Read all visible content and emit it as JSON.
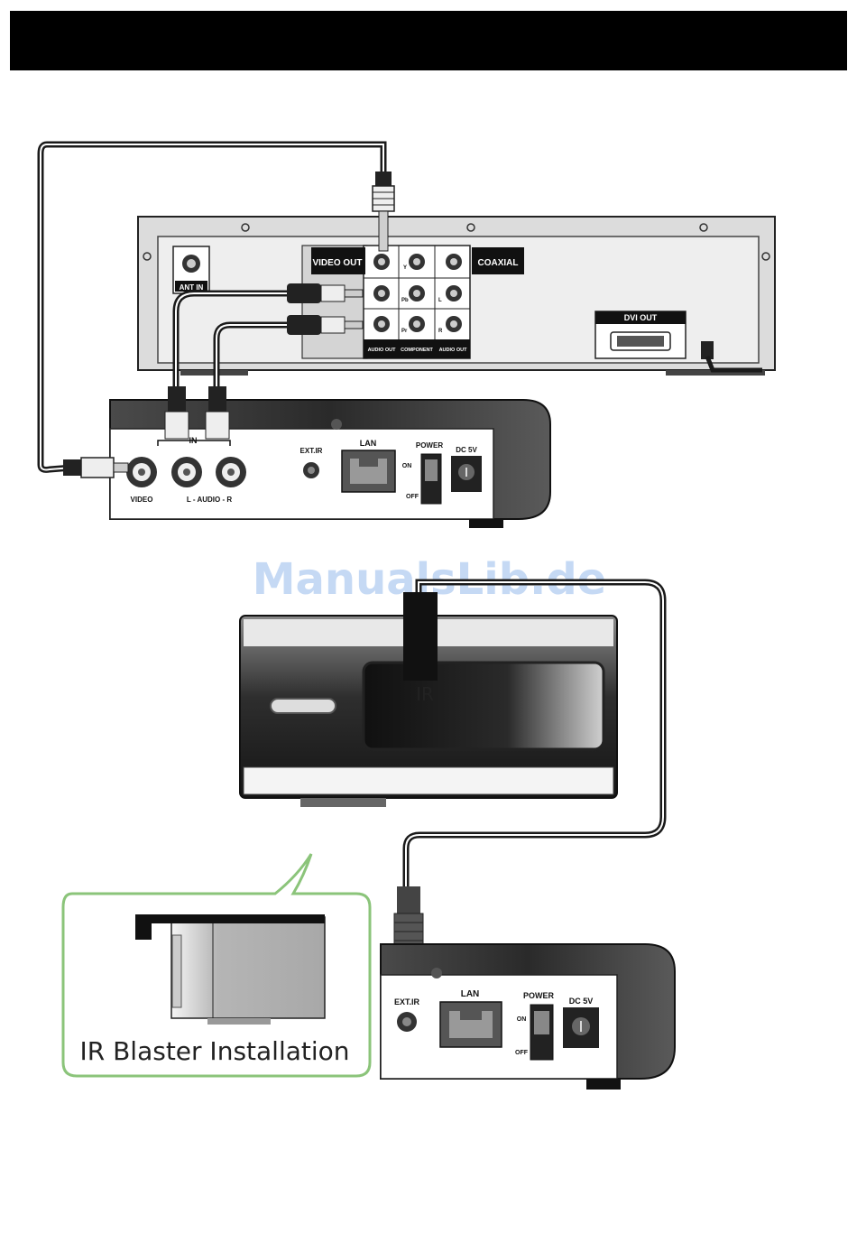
{
  "dvr": {
    "ant_in": "ANT IN",
    "video_out": "VIDEO OUT",
    "coaxial": "COAXIAL",
    "y": "Y",
    "pb": "Pb",
    "pr": "Pr",
    "l": "L",
    "r": "R",
    "audio_out_left": "AUDIO OUT",
    "component": "COMPONENT",
    "audio_out_right": "AUDIO OUT",
    "dvi_out": "DVI OUT"
  },
  "box_top": {
    "in": "IN",
    "video": "VIDEO",
    "audio": "L - AUDIO - R",
    "ext_ir": "EXT.IR",
    "lan": "LAN",
    "power": "POWER",
    "on": "ON",
    "off": "OFF",
    "dc": "DC 5V"
  },
  "front": {
    "ir_label": "IR"
  },
  "watermark": "ManualsLib.de",
  "callout": {
    "title": "IR Blaster Installation"
  },
  "box_bottom": {
    "ext_ir": "EXT.IR",
    "lan": "LAN",
    "power": "POWER",
    "on": "ON",
    "off": "OFF",
    "dc": "DC 5V"
  },
  "colors": {
    "cable": "#1a1a1a",
    "panel": "#d9d9d9",
    "callout_border": "#8bc47a",
    "watermark": "#bcd3f3"
  }
}
